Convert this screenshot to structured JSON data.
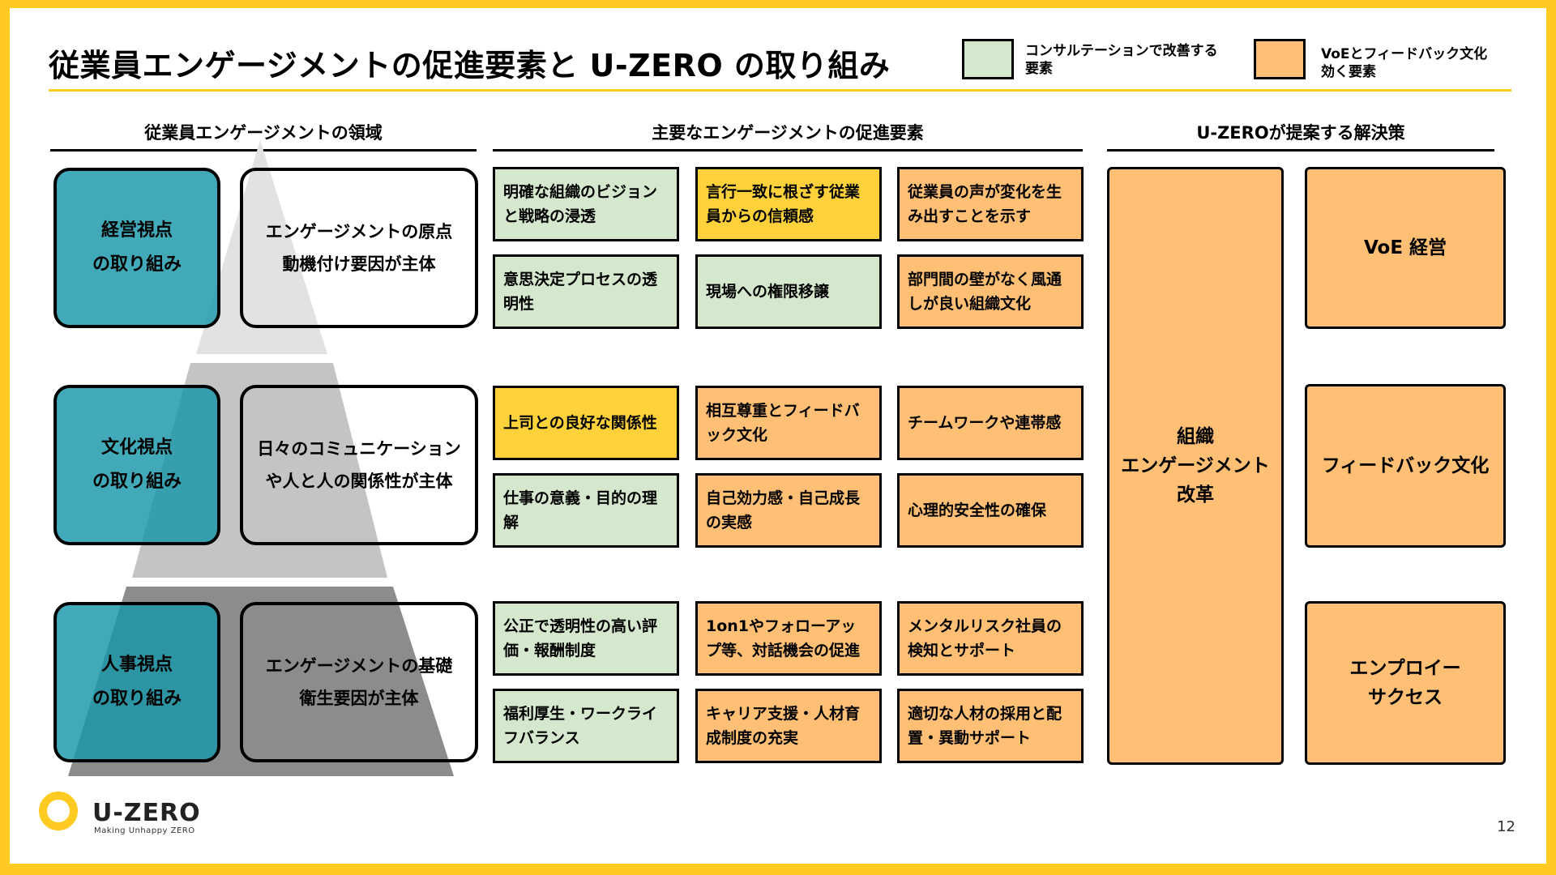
{
  "title": "従業員エンゲージメントの促進要素と U-ZERO の取り組み",
  "colors": {
    "accent": "#FFCB23",
    "green": "#D5E8CD",
    "orange": "#FFBF74",
    "yellow": "#FFD23C",
    "teal": "#1796A8",
    "gray": "#8C8C8C"
  },
  "legend": [
    {
      "label": "コンサルテーションで改善する要素",
      "color": "#D5E8CD"
    },
    {
      "label": "VoEとフィードバック文化効く要素",
      "color": "#FFBF74"
    }
  ],
  "headers": {
    "domain": "従業員エンゲージメントの領域",
    "drivers": "主要なエンゲージメントの促進要素",
    "solutions": "U-ZEROが提案する解決策"
  },
  "domains": [
    {
      "name": "経営視点\nの取り組み",
      "desc": "エンゲージメントの原点\n動機付け要因が主体"
    },
    {
      "name": "文化視点\nの取り組み",
      "desc": "日々のコミュニケーション\nや人と人の関係性が主体"
    },
    {
      "name": "人事視点\nの取り組み",
      "desc": "エンゲージメントの基礎\n衛生要因が主体"
    }
  ],
  "drivers": [
    [
      {
        "text": "明確な組織のビジョンと戦略の浸透",
        "color": "#D5E8CD"
      },
      {
        "text": "言行一致に根ざす従業員からの信頼感",
        "color": "#FFD23C"
      },
      {
        "text": "従業員の声が変化を生み出すことを示す",
        "color": "#FFBF74"
      }
    ],
    [
      {
        "text": "意思決定プロセスの透明性",
        "color": "#D5E8CD"
      },
      {
        "text": "現場への権限移譲",
        "color": "#D5E8CD"
      },
      {
        "text": "部門間の壁がなく風通しが良い組織文化",
        "color": "#FFBF74"
      }
    ],
    [
      {
        "text": "上司との良好な関係性",
        "color": "#FFD23C"
      },
      {
        "text": "相互尊重とフィードバック文化",
        "color": "#FFBF74"
      },
      {
        "text": "チームワークや連帯感",
        "color": "#FFBF74"
      }
    ],
    [
      {
        "text": "仕事の意義・目的の理解",
        "color": "#D5E8CD"
      },
      {
        "text": "自己効力感・自己成長の実感",
        "color": "#FFBF74"
      },
      {
        "text": "心理的安全性の確保",
        "color": "#FFBF74"
      }
    ],
    [
      {
        "text": "公正で透明性の高い評価・報酬制度",
        "color": "#D5E8CD"
      },
      {
        "text": "1on1やフォローアップ等、対話機会の促進",
        "color": "#FFBF74"
      },
      {
        "text": "メンタルリスク社員の検知とサポート",
        "color": "#FFBF74"
      }
    ],
    [
      {
        "text": "福利厚生・ワークライフバランス",
        "color": "#D5E8CD"
      },
      {
        "text": "キャリア支援・人材育成制度の充実",
        "color": "#FFBF74"
      },
      {
        "text": "適切な人材の採用と配置・異動サポート",
        "color": "#FFBF74"
      }
    ]
  ],
  "solutions": {
    "main": "組織\nエンゲージメント\n改革",
    "items": [
      "VoE 経営",
      "フィードバック文化",
      "エンプロイー\nサクセス"
    ]
  },
  "logo": {
    "name": "U-ZERO",
    "tagline": "Making Unhappy ZERO"
  },
  "page_number": "12"
}
